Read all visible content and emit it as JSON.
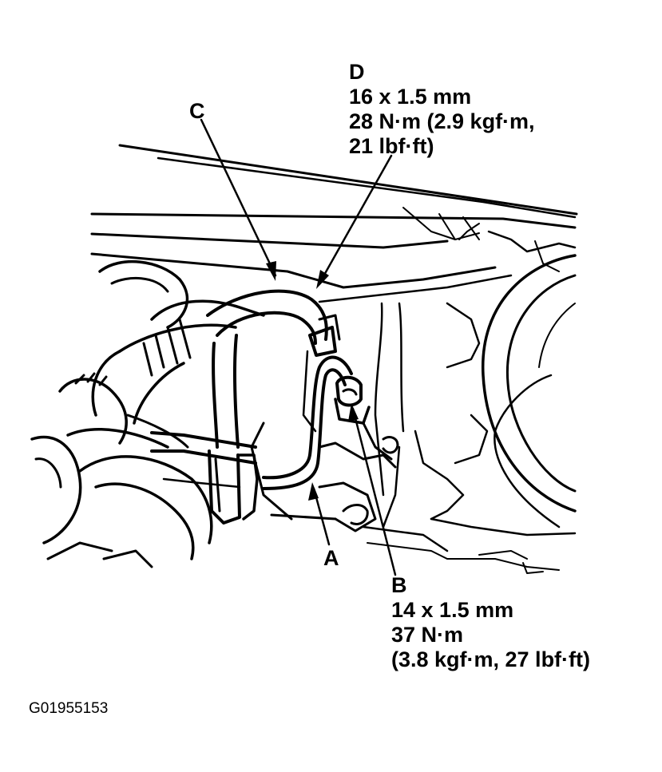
{
  "labels": {
    "a": "A",
    "b": "B",
    "c": "C",
    "d": "D"
  },
  "callouts": {
    "d": {
      "size": "16 x 1.5 mm",
      "torque_line1": "28 N·m (2.9 kgf·m,",
      "torque_line2": "21 lbf·ft)"
    },
    "b": {
      "size": "14 x 1.5 mm",
      "torque_line1": "37 N·m",
      "torque_line2": "(3.8 kgf·m, 27 lbf·ft)"
    }
  },
  "figure_id": "G01955153"
}
